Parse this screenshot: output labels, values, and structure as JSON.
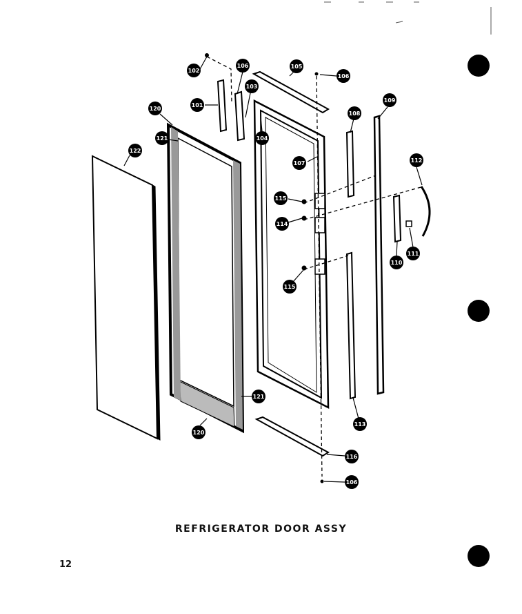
{
  "caption": "REFRIGERATOR DOOR ASSY",
  "page_number": "12",
  "callouts": [
    {
      "id": "c102",
      "label": "102"
    },
    {
      "id": "c106a",
      "label": "106"
    },
    {
      "id": "c105",
      "label": "105"
    },
    {
      "id": "c106b",
      "label": "106"
    },
    {
      "id": "c101",
      "label": "101"
    },
    {
      "id": "c103",
      "label": "103"
    },
    {
      "id": "c120a",
      "label": "120"
    },
    {
      "id": "c121a",
      "label": "121"
    },
    {
      "id": "c104",
      "label": "104"
    },
    {
      "id": "c108",
      "label": "108"
    },
    {
      "id": "c109",
      "label": "109"
    },
    {
      "id": "c122",
      "label": "122"
    },
    {
      "id": "c107",
      "label": "107"
    },
    {
      "id": "c112",
      "label": "112"
    },
    {
      "id": "c115a",
      "label": "115"
    },
    {
      "id": "c114",
      "label": "114"
    },
    {
      "id": "c110",
      "label": "110"
    },
    {
      "id": "c111",
      "label": "111"
    },
    {
      "id": "c115b",
      "label": "115"
    },
    {
      "id": "c121b",
      "label": "121"
    },
    {
      "id": "c113",
      "label": "113"
    },
    {
      "id": "c120b",
      "label": "120"
    },
    {
      "id": "c116",
      "label": "116"
    },
    {
      "id": "c106c",
      "label": "106"
    }
  ]
}
